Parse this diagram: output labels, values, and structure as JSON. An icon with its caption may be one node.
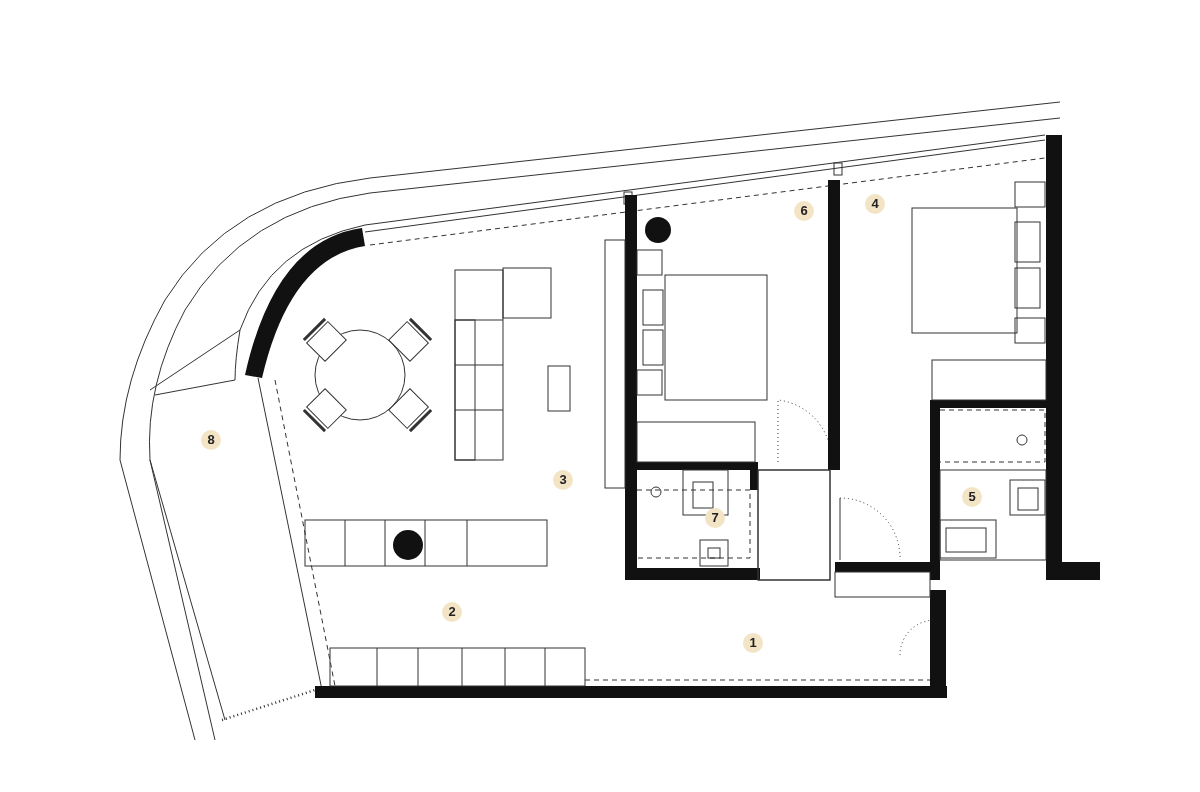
{
  "diagram": {
    "labels": [
      "6",
      "4",
      "8",
      "3",
      "5",
      "7",
      "2",
      "1"
    ]
  }
}
